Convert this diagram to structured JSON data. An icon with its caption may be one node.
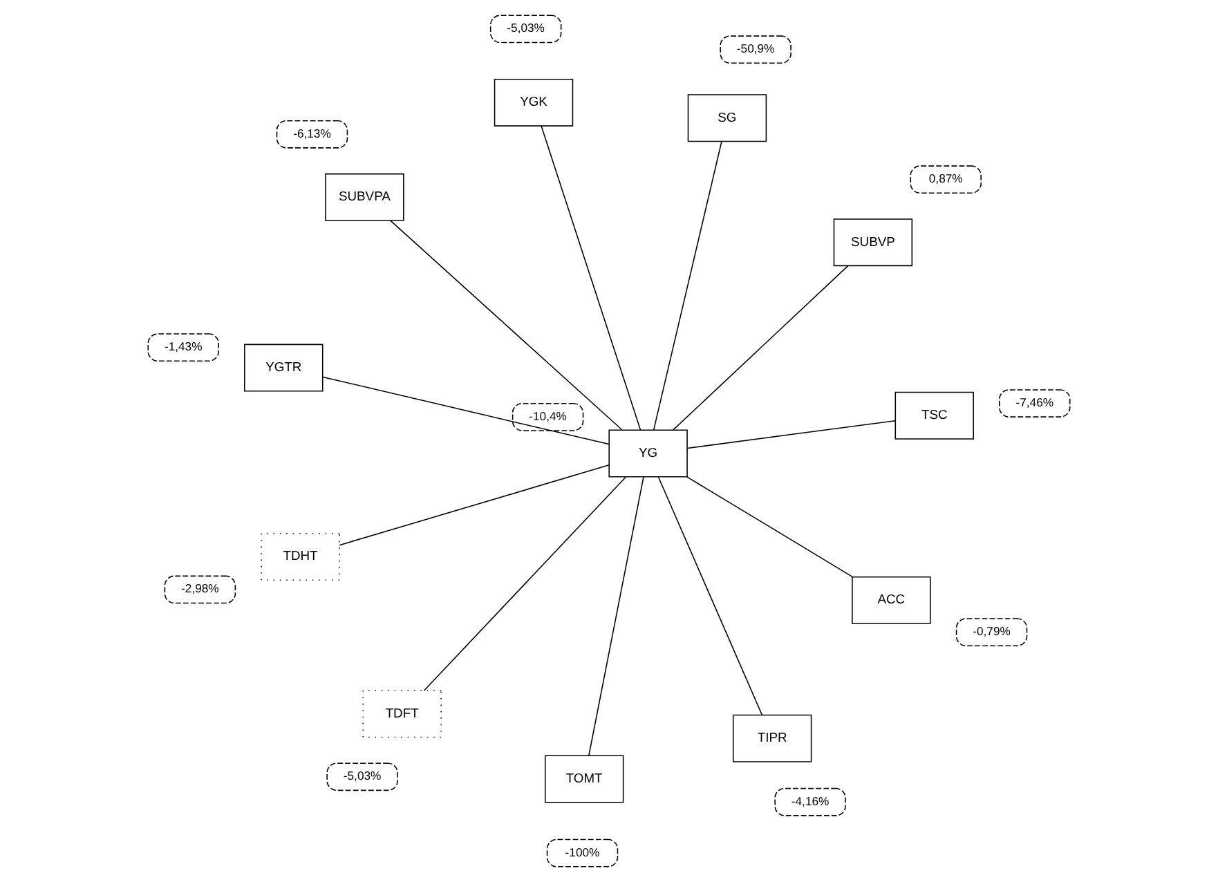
{
  "diagram": {
    "nodes": [
      {
        "text": [
          "TDFT"
        ],
        "beside": [
          "-5,03%"
        ]
      },
      {
        "text": [
          "TDHT"
        ],
        "beside": [
          "-2,98%"
        ]
      },
      {
        "text": [
          "SUBVP"
        ],
        "beside": [
          "0,87%"
        ]
      },
      {
        "text": [
          "TOMT"
        ],
        "beside": [
          "-100%"
        ]
      },
      {
        "text": [
          "TIPR"
        ],
        "beside": [
          "-4,16%"
        ]
      },
      {
        "text": [
          "YG"
        ],
        "beside": [
          "-10,4%"
        ]
      },
      {
        "text": [
          "TSC"
        ],
        "beside": [
          "-7,46%"
        ]
      },
      {
        "text": [
          "YGK"
        ],
        "beside": [
          "-5,03%"
        ]
      },
      {
        "text": [
          "ACC"
        ],
        "beside": [
          "-0,79%"
        ]
      },
      {
        "text": [
          "SUBVPA"
        ],
        "beside": [
          "-6,13%"
        ]
      },
      {
        "text": [
          "YGTR"
        ],
        "beside": [
          "-1,43%"
        ]
      },
      {
        "text": [
          "SG"
        ],
        "beside": [
          "-50,9%"
        ]
      }
    ],
    "edges": [
      {
        "from": 5,
        "to": 0,
        "arrow": "none"
      },
      {
        "from": 5,
        "to": 1,
        "arrow": "none"
      },
      {
        "from": 5,
        "to": 2,
        "arrow": "none"
      },
      {
        "from": 5,
        "to": 3,
        "arrow": "none"
      },
      {
        "from": 5,
        "to": 4,
        "arrow": "none"
      },
      {
        "from": 5,
        "to": 6,
        "arrow": "none"
      },
      {
        "from": 5,
        "to": 7,
        "arrow": "none"
      },
      {
        "from": 5,
        "to": 8,
        "arrow": "none"
      },
      {
        "from": 5,
        "to": 9,
        "arrow": "none"
      },
      {
        "from": 5,
        "to": 10,
        "arrow": "none"
      },
      {
        "from": 5,
        "to": 11,
        "arrow": "none"
      }
    ]
  }
}
